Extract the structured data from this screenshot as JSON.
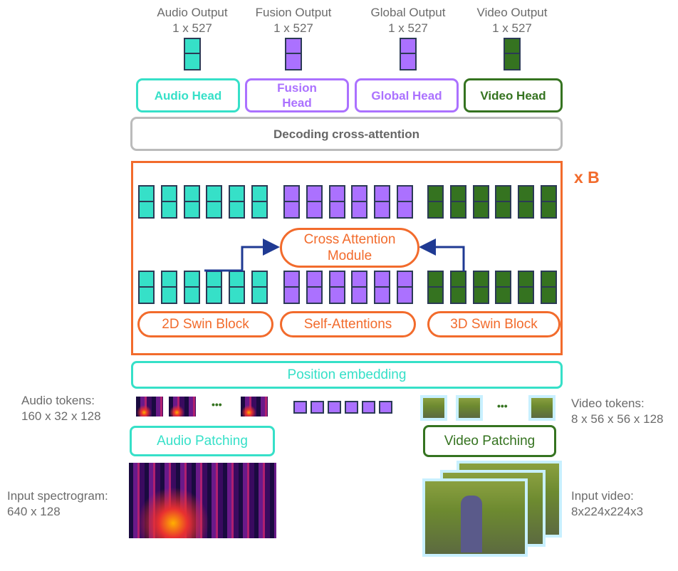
{
  "outputs": [
    {
      "label": "Audio Output",
      "dim": "1 x 527",
      "color": "#36e0c8"
    },
    {
      "label": "Fusion  Output",
      "dim": "1 x 527",
      "color": "#ab71ff"
    },
    {
      "label": "Global  Output",
      "dim": "1 x 527",
      "color": "#ab71ff"
    },
    {
      "label": "Video Output",
      "dim": "1 x 527",
      "color": "#357320"
    }
  ],
  "heads": {
    "audio": "Audio Head",
    "fusion": "Fusion Head",
    "global": "Global Head",
    "video": "Video Head"
  },
  "decoding": "Decoding cross-attention",
  "repeat": "x B",
  "cross_attention": "Cross Attention Module",
  "blocks": {
    "audio": "2D Swin Block",
    "fusion": "Self-Attentions",
    "video": "3D Swin Block"
  },
  "position_embedding": "Position embedding",
  "audio_tokens": {
    "label": "Audio tokens:",
    "dim": "160 x 32 x 128"
  },
  "video_tokens": {
    "label": "Video tokens:",
    "dim": "8 x 56 x 56 x 128"
  },
  "ellipsis": "•••",
  "audio_patching": "Audio Patching",
  "video_patching": "Video Patching",
  "input_spectrogram": {
    "label": "Input spectrogram:",
    "dim": "640 x 128"
  },
  "input_video": {
    "label": "Input video:",
    "dim": "8x224x224x3"
  },
  "colors": {
    "audio": "#36e0c8",
    "fusion": "#ab71ff",
    "video": "#357320",
    "block": "#f26b2c",
    "arrow": "#1f3a93",
    "decoding": "#bbbbbb"
  }
}
